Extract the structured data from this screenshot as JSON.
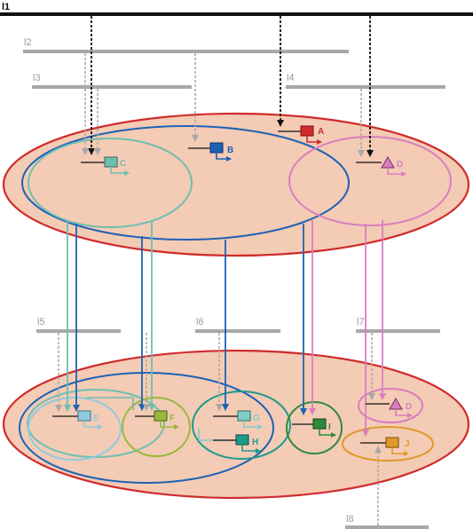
{
  "levels": [
    {
      "id": "l1",
      "label": "l1"
    },
    {
      "id": "l2",
      "label": "l2"
    },
    {
      "id": "l3",
      "label": "l3"
    },
    {
      "id": "l4",
      "label": "l4"
    },
    {
      "id": "l5",
      "label": "l5"
    },
    {
      "id": "l6",
      "label": "l6"
    },
    {
      "id": "l7",
      "label": "l7"
    },
    {
      "id": "l8",
      "label": "l8"
    }
  ],
  "genes": [
    {
      "id": "A",
      "label": "A",
      "color": "#d12b2b"
    },
    {
      "id": "B",
      "label": "B",
      "color": "#1d62b5"
    },
    {
      "id": "C",
      "label": "C",
      "color": "#6fbfb0"
    },
    {
      "id": "D",
      "label": "D",
      "color": "#d97fbf"
    },
    {
      "id": "E",
      "label": "E",
      "color": "#8fcbe0"
    },
    {
      "id": "F",
      "label": "F",
      "color": "#98b83a"
    },
    {
      "id": "G",
      "label": "G",
      "color": "#7fcfc8"
    },
    {
      "id": "H",
      "label": "H",
      "color": "#1d9a8a"
    },
    {
      "id": "I",
      "label": "I",
      "color": "#2e8b3a"
    },
    {
      "id": "D2",
      "label": "D",
      "color": "#d97fbf"
    },
    {
      "id": "J",
      "label": "J",
      "color": "#e09a2a"
    }
  ],
  "colors": {
    "module_fill": "#f4cbb5",
    "module_stroke": "#cf2b2b",
    "arrow_black": "#111111",
    "arrow_grey": "#a8a8a8"
  }
}
